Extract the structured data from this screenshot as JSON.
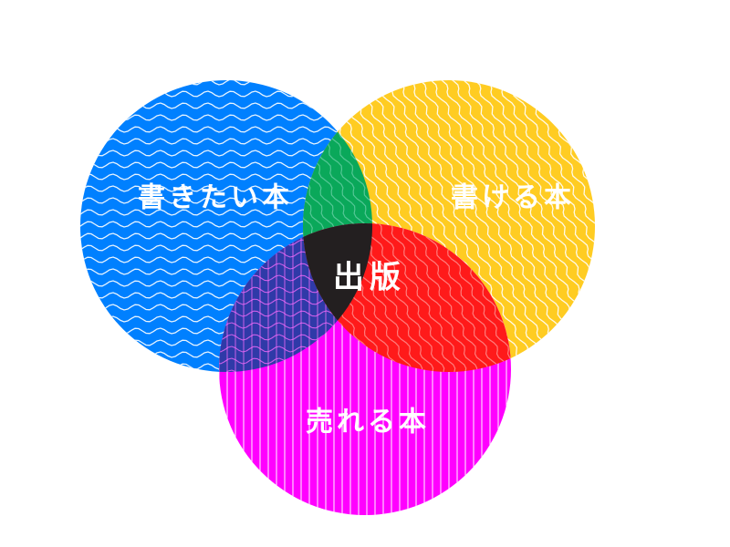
{
  "diagram": {
    "type": "venn",
    "sets": [
      {
        "key": "want",
        "label": "書きたい本",
        "color": "#0080ff",
        "pattern": "horizontal-waves"
      },
      {
        "key": "can",
        "label": "書ける本",
        "color": "#ffcc22",
        "pattern": "diagonal-waves"
      },
      {
        "key": "sell",
        "label": "売れる本",
        "color": "#ff00ff",
        "pattern": "vertical-lines"
      }
    ],
    "overlaps": {
      "want_can": {
        "color": "#0aa85a"
      },
      "want_sell": {
        "color": "#2f3aa8"
      },
      "can_sell": {
        "color": "#ff1a1a"
      },
      "all": {
        "label": "出版",
        "color": "#231f20"
      }
    }
  }
}
